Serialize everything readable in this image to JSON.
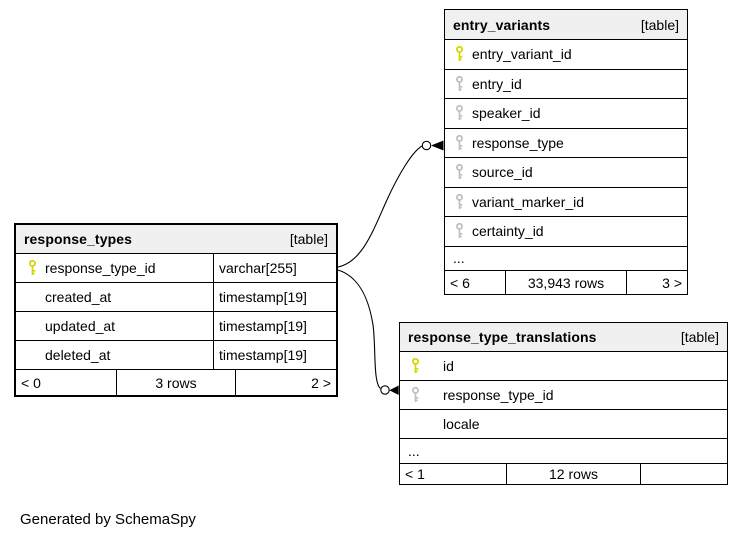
{
  "page": {
    "generator_note": "Generated by SchemaSpy"
  },
  "colors": {
    "primary_key": "#d6d600",
    "foreign_key": "#c0c0c0",
    "header_bg": "#f0f0f0",
    "border": "#000000",
    "background": "#ffffff"
  },
  "tables": [
    {
      "name": "entry_variants",
      "tag": "[table]",
      "columns": [
        {
          "name": "entry_variant_id",
          "key": "primary"
        },
        {
          "name": "entry_id",
          "key": "foreign"
        },
        {
          "name": "speaker_id",
          "key": "foreign"
        },
        {
          "name": "response_type",
          "key": "foreign"
        },
        {
          "name": "source_id",
          "key": "foreign"
        },
        {
          "name": "variant_marker_id",
          "key": "foreign"
        },
        {
          "name": "certainty_id",
          "key": "foreign"
        }
      ],
      "truncated": "...",
      "footer": {
        "left": "< 6",
        "center": "33,943 rows",
        "right": "3 >"
      }
    },
    {
      "name": "response_types",
      "tag": "[table]",
      "columns": [
        {
          "name": "response_type_id",
          "type": "varchar[255]",
          "key": "primary"
        },
        {
          "name": "created_at",
          "type": "timestamp[19]"
        },
        {
          "name": "updated_at",
          "type": "timestamp[19]"
        },
        {
          "name": "deleted_at",
          "type": "timestamp[19]"
        }
      ],
      "footer": {
        "left": "< 0",
        "center": "3 rows",
        "right": "2 >"
      }
    },
    {
      "name": "response_type_translations",
      "tag": "[table]",
      "columns": [
        {
          "name": "id",
          "key": "primary"
        },
        {
          "name": "response_type_id",
          "key": "foreign"
        },
        {
          "name": "locale"
        }
      ],
      "truncated": "...",
      "footer": {
        "left": "< 1",
        "center": "12 rows",
        "right": ""
      }
    }
  ],
  "relationships": [
    {
      "from": "response_types.response_type_id",
      "to": "entry_variants.response_type",
      "end_marker": "open-dot-arrow"
    },
    {
      "from": "response_types.response_type_id",
      "to": "response_type_translations.response_type_id",
      "end_marker": "open-dot-arrow"
    }
  ]
}
